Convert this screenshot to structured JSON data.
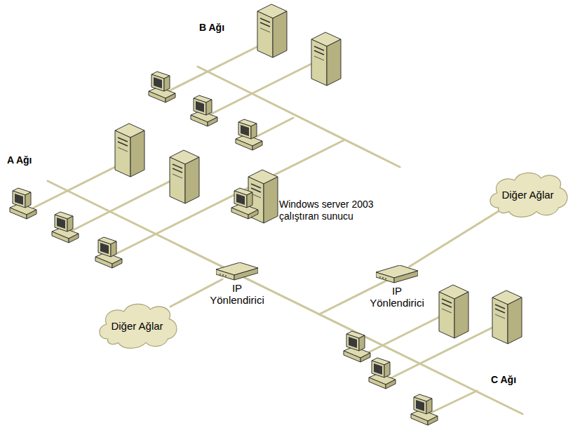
{
  "diagram": {
    "nodes": [
      {
        "text": [
          "Diğer Ağlar"
        ]
      },
      {
        "text": [
          "IP Yönlendirici"
        ]
      },
      {
        "text": [
          "IP Yönlendirici"
        ]
      },
      {
        "text": [
          "Diğer Ağlar"
        ]
      }
    ],
    "edges": [
      {
        "from": 1,
        "to": 3,
        "arrow": "none"
      },
      {
        "from": 2,
        "to": 0,
        "arrow": "none"
      }
    ],
    "labels": [
      "B Ağı",
      "A Ağı",
      "Windows server 2003 çalıştıran sunucu",
      "C Ağı"
    ]
  }
}
